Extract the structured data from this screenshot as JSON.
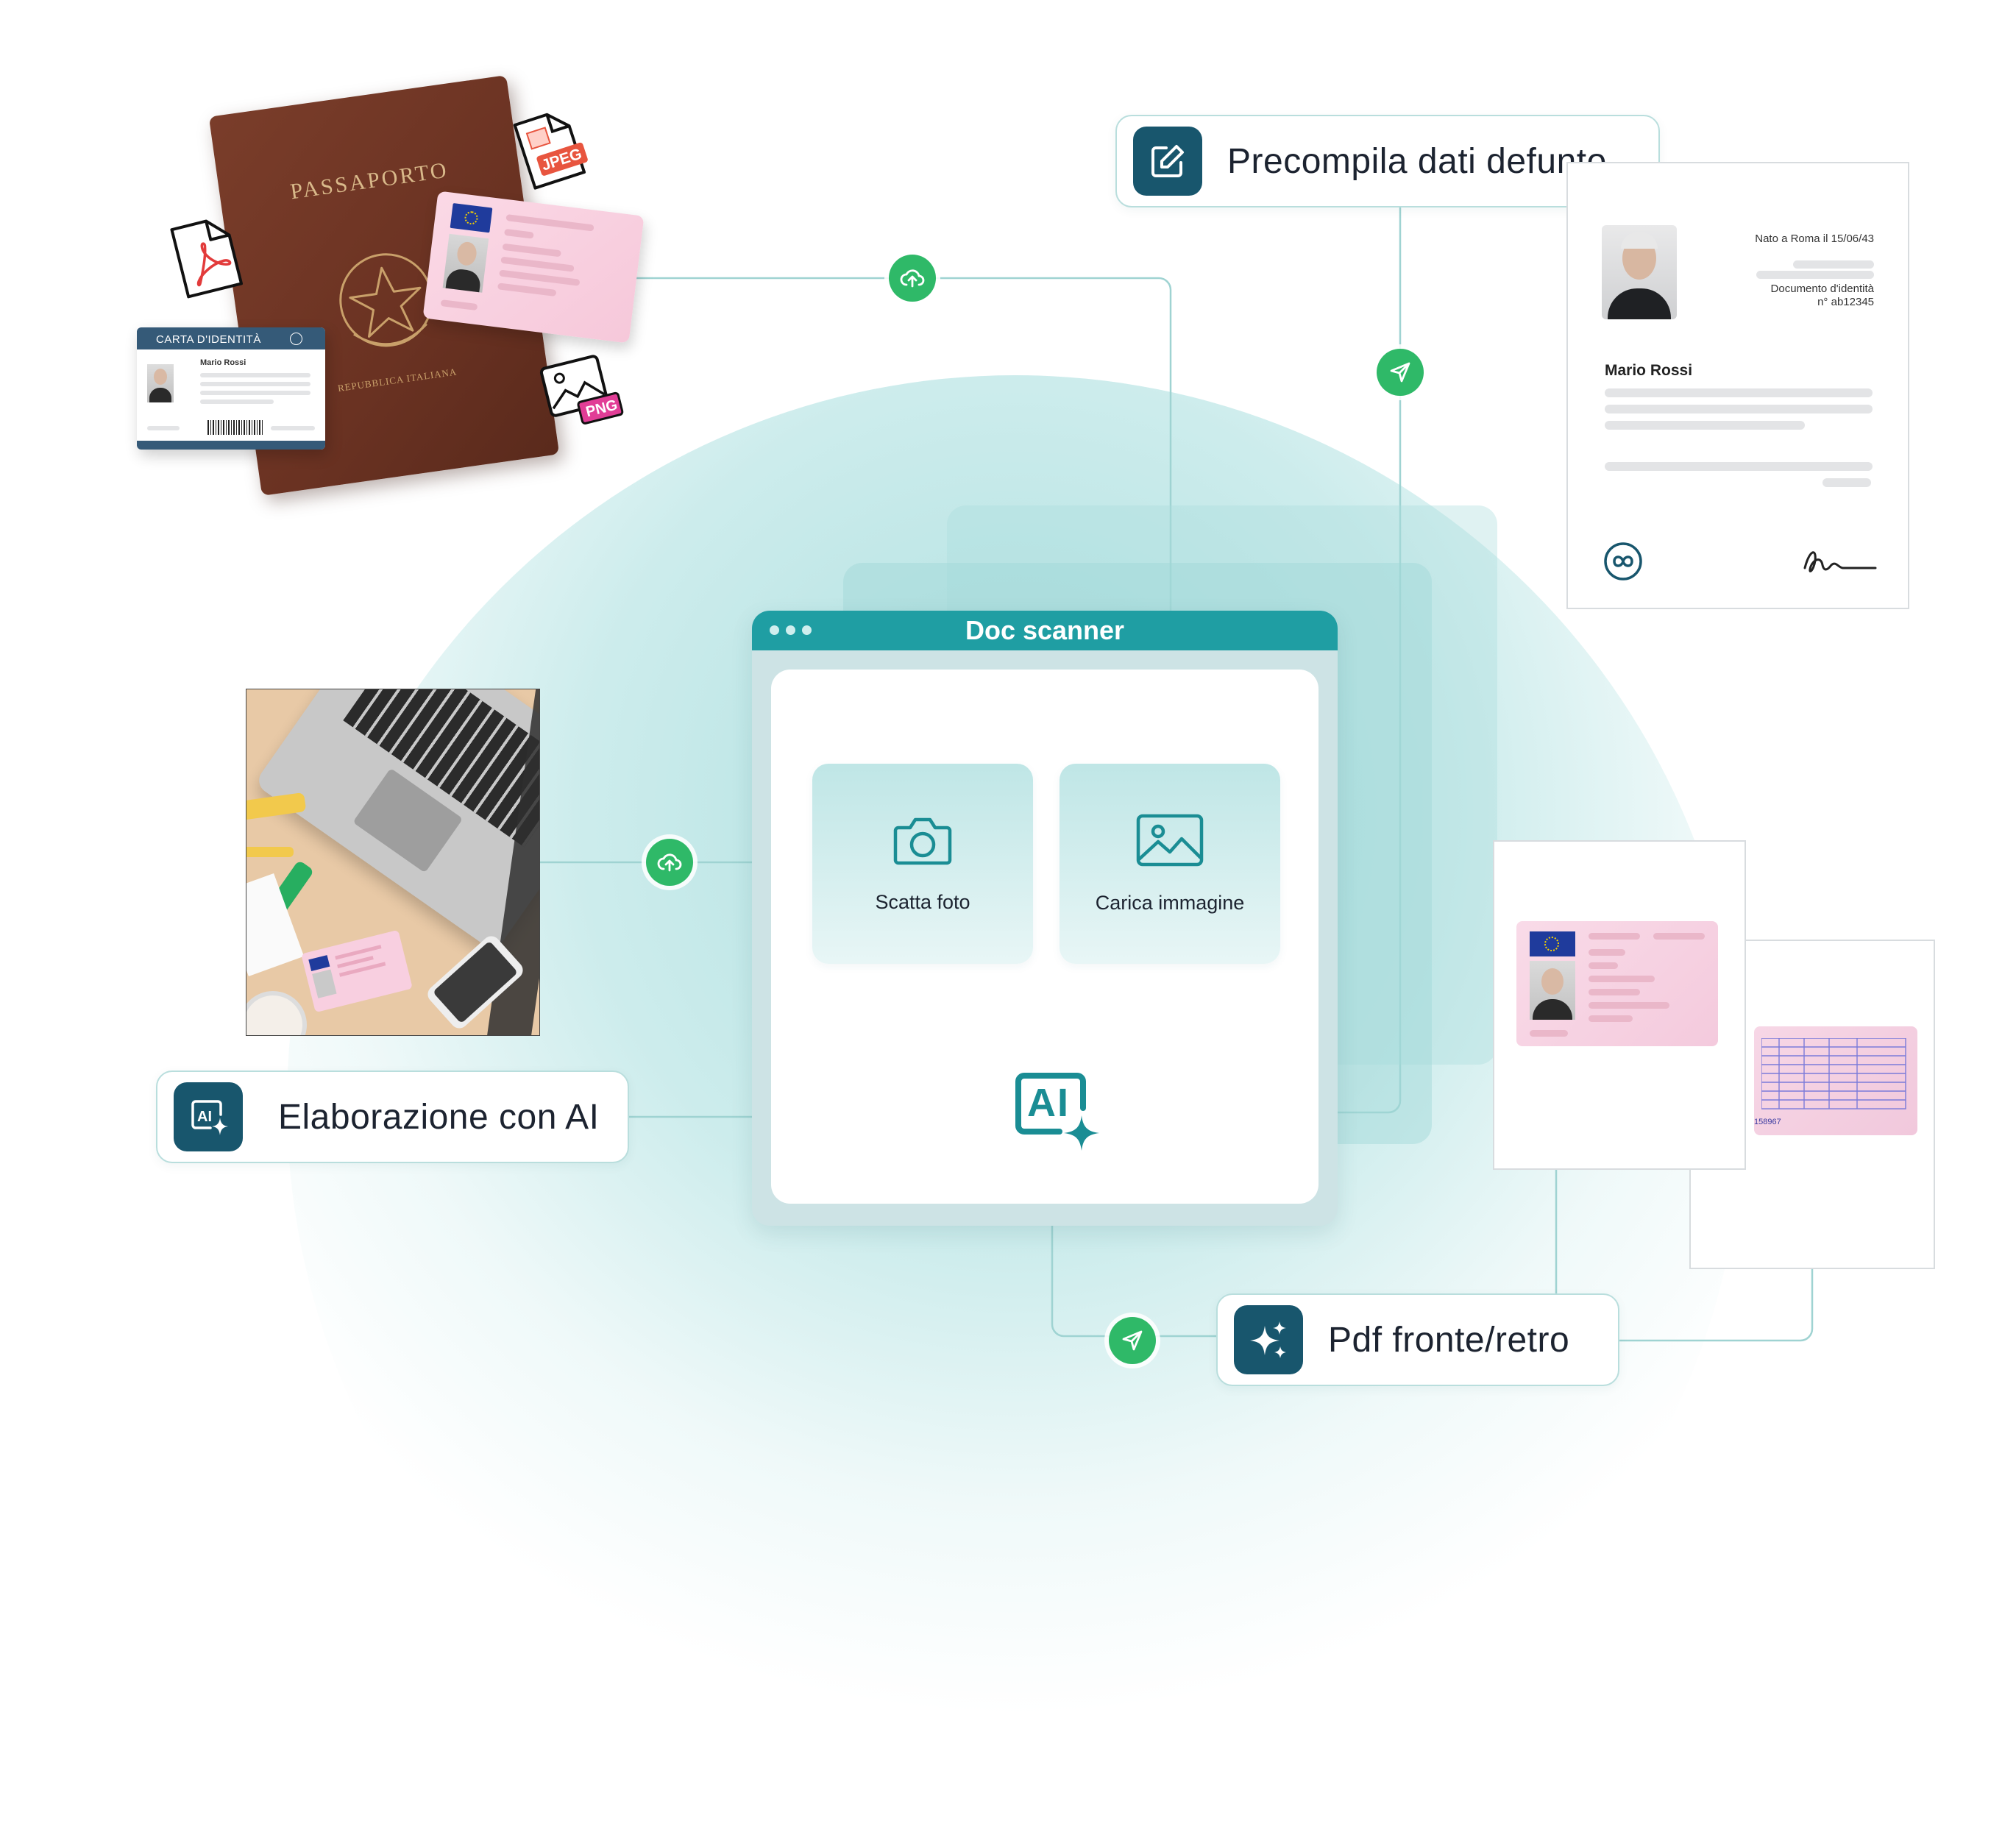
{
  "pills": {
    "precompila": "Precompila dati defunto",
    "elaborazione": "Elaborazione con AI",
    "pdf": "Pdf fronte/retro"
  },
  "scanner": {
    "title": "Doc scanner",
    "tiles": [
      {
        "label": "Scatta foto",
        "icon": "camera-icon"
      },
      {
        "label": "Carica immagine",
        "icon": "image-icon"
      }
    ],
    "ai_badge": "AI"
  },
  "passport": {
    "title": "PASSAPORTO",
    "emblem_text": "REPUBBLICA ITALIANA"
  },
  "id_card": {
    "title": "CARTA D'IDENTITÀ",
    "name": "Mario Rossi"
  },
  "file_badges": [
    "JPEG",
    "PNG"
  ],
  "certificate": {
    "born": "Nato a Roma il 15/06/43",
    "doc_label": "Documento d'identità",
    "doc_number": "n° ab12345",
    "name": "Mario Rossi"
  },
  "license_back": {
    "number": "158967"
  },
  "colors": {
    "accent_dark": "#18566d",
    "teal": "#1f9ea3",
    "green_dot": "#2fb968",
    "line": "#9fd3d2",
    "pill_border": "#b9dedd"
  }
}
